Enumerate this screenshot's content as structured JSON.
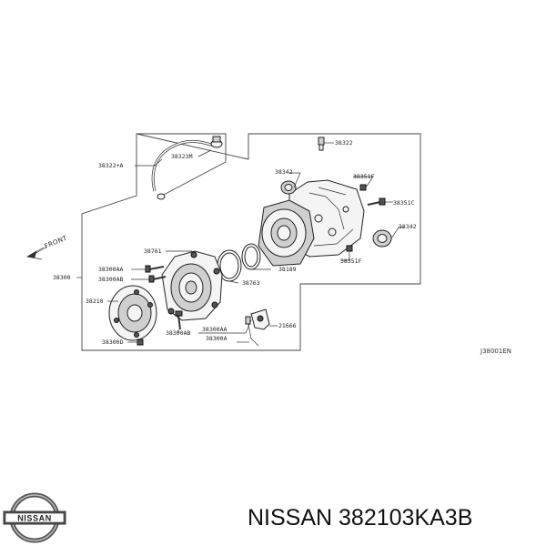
{
  "diagram": {
    "direction_label": "FRONT",
    "drawing_code": "J38001EN",
    "callouts": {
      "c38322": "38322",
      "c38342_top": "38342",
      "c38351F_top": "38351F",
      "c38351C": "38351C",
      "c38342_right": "38342",
      "c38351F_bottom": "38351F",
      "c38322A": "38322+A",
      "c38323M": "38323M",
      "c38761": "38761",
      "c38300": "38300",
      "c38300AA_top": "38300AA",
      "c38300AB_top": "38300AB",
      "c38189": "38189",
      "c38763": "38763",
      "c38210": "38210",
      "c38300AB_bottom": "38300AB",
      "c38300AA_bottom": "38300AA",
      "c21666": "21666",
      "c38300A": "38300A",
      "c38300D": "38300D"
    }
  },
  "brand": {
    "logo_text": "NISSAN",
    "caption": "NISSAN 382103KA3B"
  }
}
